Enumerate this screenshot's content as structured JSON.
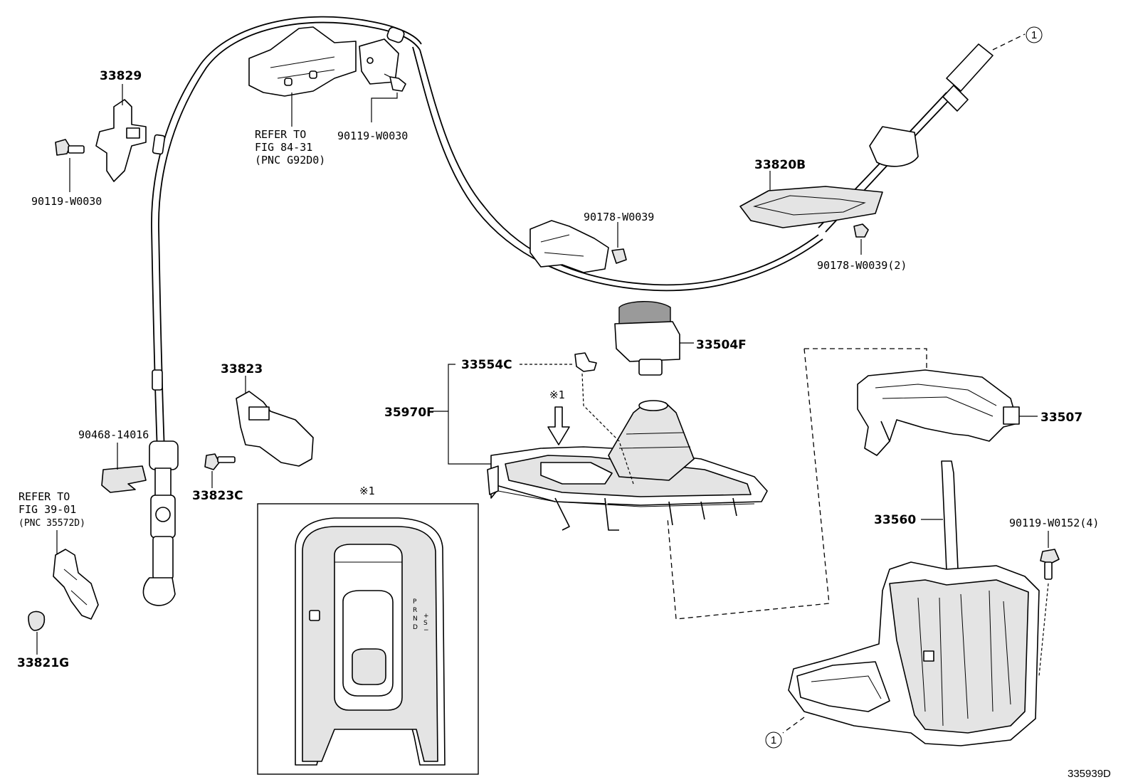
{
  "labels": {
    "p33829": "33829",
    "p90119_w0030_left": "90119-W0030",
    "refer_fig_84": [
      "REFER TO",
      "FIG 84-31",
      "(PNC G92D0)"
    ],
    "p90119_w0030_top": "90119-W0030",
    "p33820b": "33820B",
    "p90178_w0039": "90178-W0039",
    "p90178_w0039_2": "90178-W0039(2)",
    "p33504f": "33504F",
    "p33554c": "33554C",
    "note_mark_1": "※1",
    "p35970f": "35970F",
    "p33823": "33823",
    "p90468_14016": "90468-14016",
    "p33823c": "33823C",
    "refer_fig_39": [
      "REFER TO",
      "FIG 39-01",
      "(PNC 35572D)"
    ],
    "p33821g": "33821G",
    "inset_mark": "※1",
    "shift_letters": [
      "P",
      "R",
      "N",
      "D"
    ],
    "shift_sm": [
      "+",
      "S",
      "−"
    ],
    "p33507": "33507",
    "p33560": "33560",
    "p90119_w0152_4": "90119-W0152(4)",
    "ref_circle_top": "1",
    "ref_circle_bottom": "1",
    "diagram_id": "335939D"
  }
}
